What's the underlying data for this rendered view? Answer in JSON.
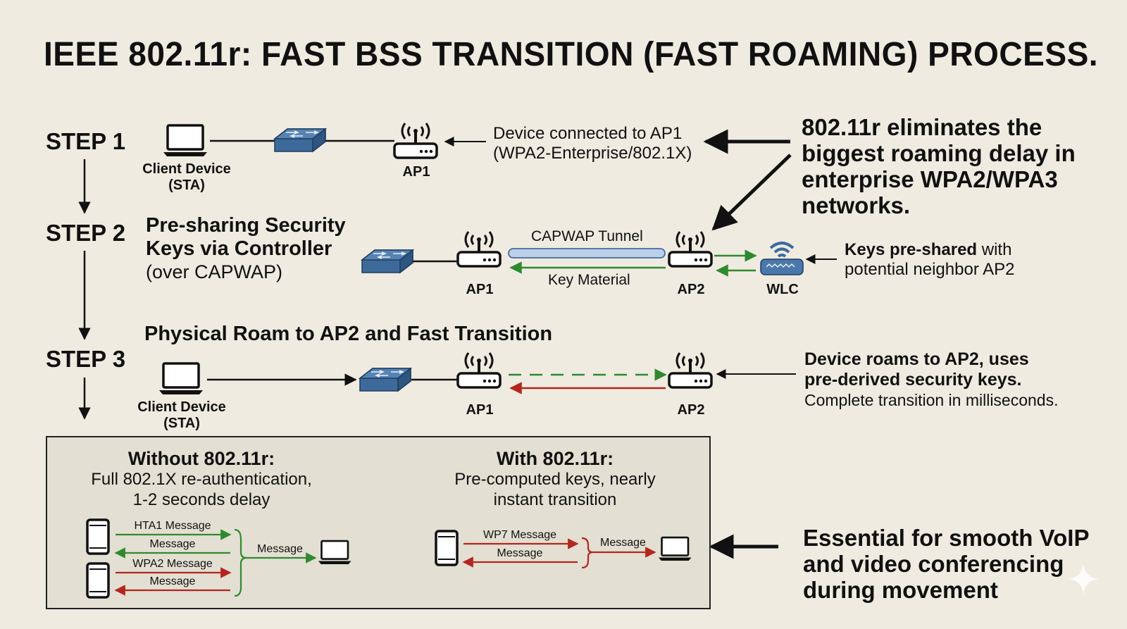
{
  "title": "IEEE 802.11r: FAST BSS TRANSITION (FAST ROAMING) PROCESS.",
  "steps": {
    "step1": {
      "label": "STEP 1",
      "client_label_line1": "Client Device",
      "client_label_line2": "(STA)",
      "ap_label": "AP1",
      "note_line1": "Device connected to AP1",
      "note_line2": "(WPA2-Enterprise/802.1X)"
    },
    "step2": {
      "label": "STEP 2",
      "heading_line1": "Pre-sharing Security",
      "heading_line2": "Keys via Controller",
      "heading_line3": "(over CAPWAP)",
      "tunnel_label": "CAPWAP Tunnel",
      "key_label": "Key Material",
      "ap1_label": "AP1",
      "ap2_label": "AP2",
      "wlc_label": "WLC",
      "note_bold": "Keys pre-shared",
      "note_rest": " with",
      "note_line2": "potential neighbor AP2"
    },
    "step3": {
      "label": "STEP 3",
      "heading": "Physical Roam to AP2 and Fast Transition",
      "client_label_line1": "Client Device",
      "client_label_line2": "(STA)",
      "ap1_label": "AP1",
      "ap2_label": "AP2",
      "note_line1": "Device roams to AP2, uses",
      "note_line2": "pre-derived security keys.",
      "note_line3": "Complete transition in milliseconds."
    }
  },
  "callouts": {
    "top_line1": "802.11r eliminates the",
    "top_line2": "biggest roaming delay in",
    "top_line3": "enterprise WPA2/WPA3",
    "top_line4": "networks.",
    "bottom_line1": "Essential for smooth VoIP",
    "bottom_line2": "and video conferencing",
    "bottom_line3": "during movement"
  },
  "comparison": {
    "without": {
      "heading": "Without 802.11r:",
      "line1": "Full 802.1X re-authentication,",
      "line2": "1-2 seconds delay",
      "messages": [
        "HTA1 Message",
        "Message",
        "WPA2 Message",
        "Message"
      ],
      "merge_label": "Message"
    },
    "with": {
      "heading": "With 802.11r:",
      "line1": "Pre-computed keys, nearly",
      "line2": "instant transition",
      "messages": [
        "WP7 Message",
        "Message"
      ],
      "merge_label": "Message"
    }
  },
  "colors": {
    "background": "#efebe1",
    "panel": "#e3dfd2",
    "switch_blue": "#3d6a9a",
    "tunnel_blue": "#b9cfea",
    "green": "#2f8a2f",
    "red": "#b3261e"
  }
}
